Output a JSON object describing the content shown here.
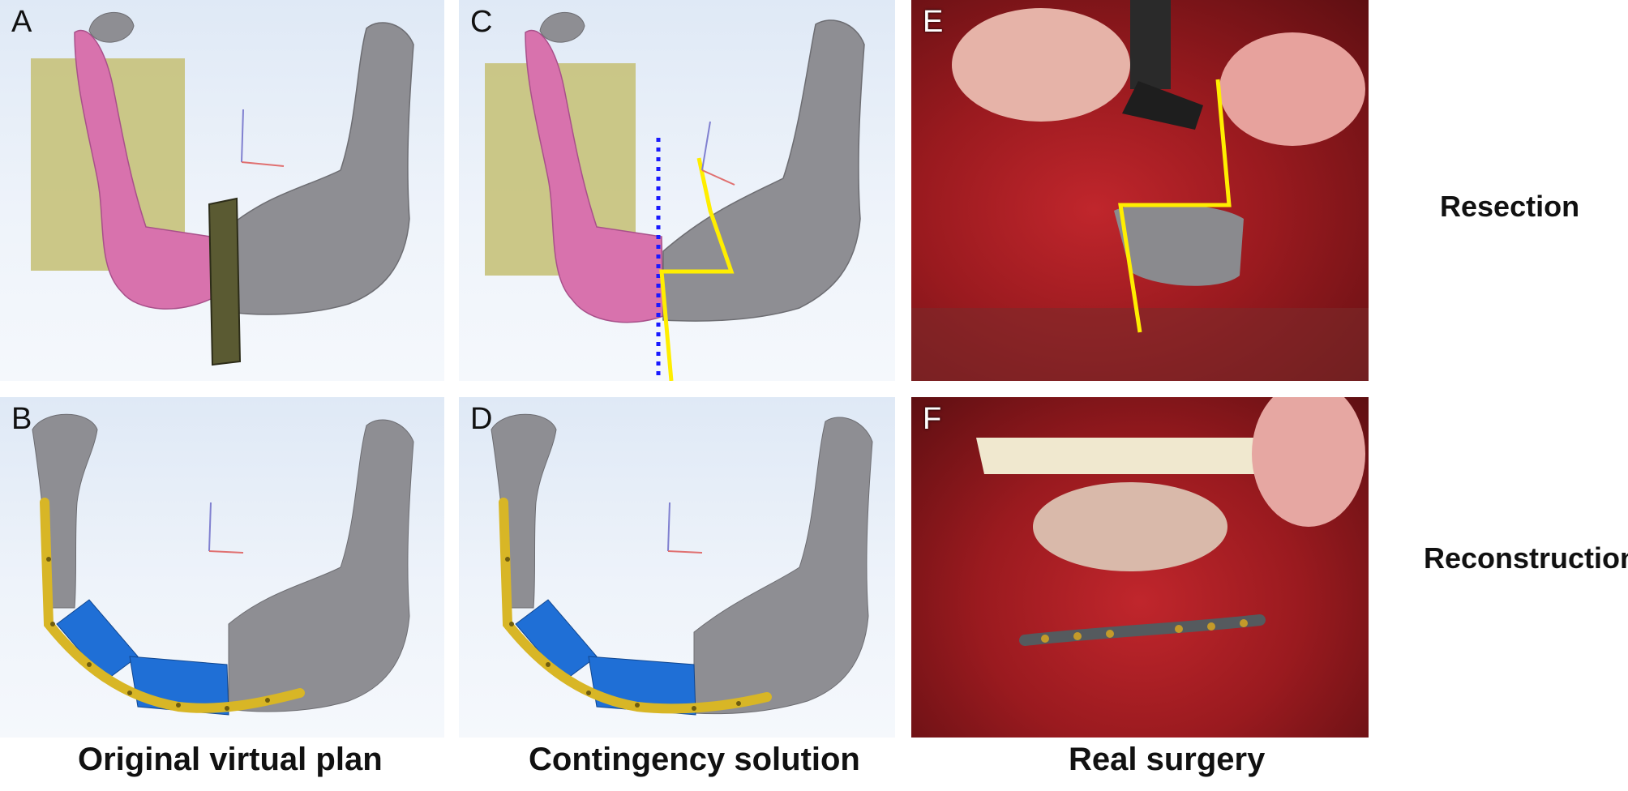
{
  "panels": {
    "a": {
      "letter": "A"
    },
    "b": {
      "letter": "B"
    },
    "c": {
      "letter": "C"
    },
    "d": {
      "letter": "D"
    },
    "e": {
      "letter": "E"
    },
    "f": {
      "letter": "F"
    }
  },
  "captions": {
    "original": "Original virtual plan",
    "contingency": "Contingency solution",
    "real": "Real surgery"
  },
  "row_labels": {
    "resection": "Resection",
    "reconstruction": "Reconstruction"
  },
  "colors": {
    "bone_gray": "#8e8e93",
    "resected_pink": "#d872ad",
    "guide_yellow": "#c7c27a",
    "cut_line": "#ffee00",
    "dotted_line": "#1a1aff",
    "graft_blue": "#1f6fd6",
    "plate_gold": "#d8b626",
    "tissue_red": "#b81c24"
  }
}
